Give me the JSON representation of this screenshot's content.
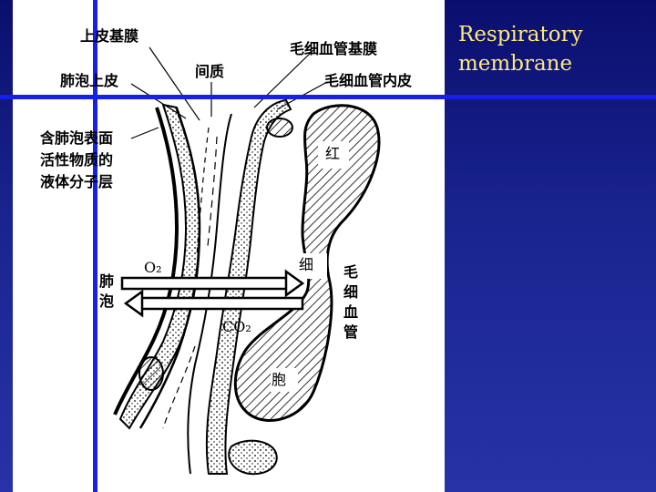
{
  "title": {
    "line1": "Respiratory",
    "line2": "membrane"
  },
  "labels": {
    "basement_membrane_epithelial": "上皮基膜",
    "alveolar_epithelium": "肺泡上皮",
    "interstitium": "间质",
    "capillary_basement_membrane": "毛细血管基膜",
    "capillary_endothelium": "毛细血管内皮",
    "surfactant_line1": "含肺泡表面",
    "surfactant_line2": "活性物质的",
    "surfactant_line3": "液体分子层",
    "alveolus_char1": "肺",
    "alveolus_char2": "泡",
    "o2": "O₂",
    "co2": "CO₂",
    "capillary_chars": [
      "毛",
      "细",
      "血",
      "管"
    ],
    "rbc_char1": "红",
    "rbc_char2": "细",
    "rbc_char3": "胞"
  },
  "colors": {
    "slide_background": "#1a2490",
    "title_text": "#ffe87a",
    "rule_lines": "#1620e6",
    "figure_background": "#ffffff"
  }
}
